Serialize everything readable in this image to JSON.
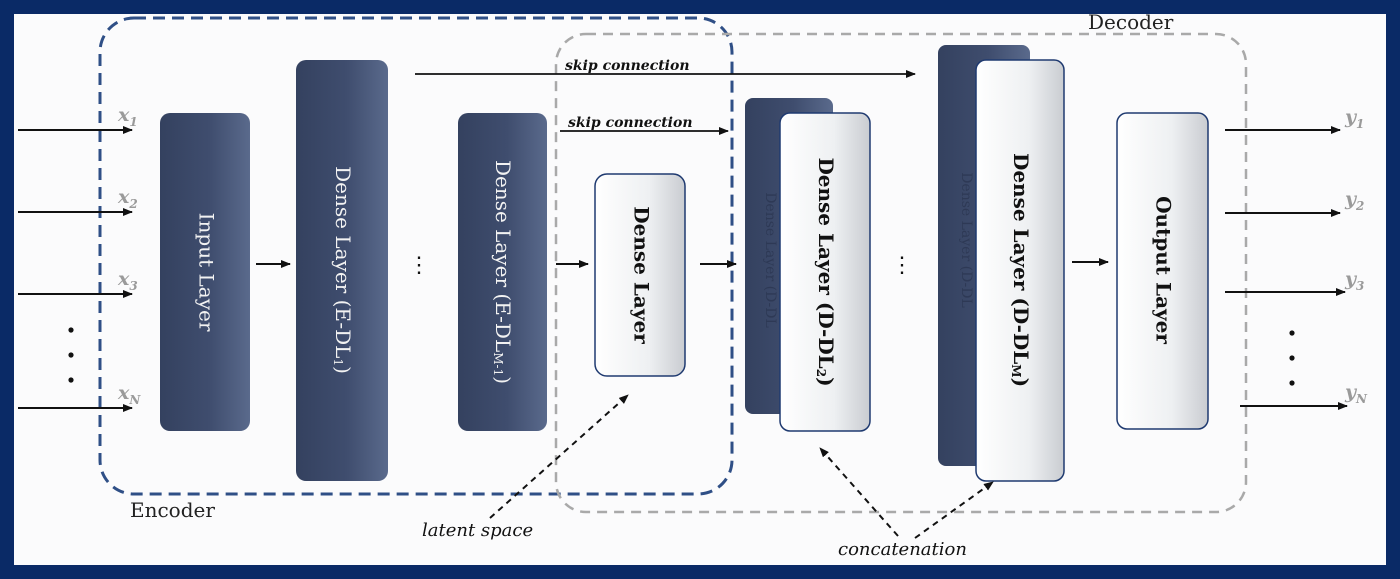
{
  "diagram": {
    "encoder_label": "Encoder",
    "decoder_label": "Decoder",
    "inputs": [
      {
        "base": "x",
        "sub": "1"
      },
      {
        "base": "x",
        "sub": "2"
      },
      {
        "base": "x",
        "sub": "3"
      },
      {
        "base": "x",
        "sub": "N"
      }
    ],
    "outputs": [
      {
        "base": "y",
        "sub": "1"
      },
      {
        "base": "y",
        "sub": "2"
      },
      {
        "base": "y",
        "sub": "3"
      },
      {
        "base": "y",
        "sub": "N"
      }
    ],
    "layers": {
      "input": "Input Layer",
      "enc_dense_1": {
        "text": "Dense Layer (E-DL",
        "sub": "1",
        "close": ")"
      },
      "enc_dense_m1": {
        "text": "Dense Layer (E-DL",
        "sub": "M-1",
        "close": ")"
      },
      "latent": "Dense Layer",
      "dec_dense_2": {
        "text": "Dense Layer (D-DL",
        "sub": "2",
        "close": ")"
      },
      "dec_dense_m": {
        "text": "Dense Layer (D-DL",
        "sub": "M",
        "close": ")"
      },
      "output": "Output Layer"
    },
    "skip_connection_label": "skip connection",
    "latent_space_label": "latent space",
    "concatenation_label": "concatenation",
    "ellipsis": "⋮",
    "colors": {
      "frame": "#0a2a66",
      "dark_layer": "#3f4d6e",
      "light_layer": "#f1f2f4",
      "encoder_border": "#2f4f86",
      "decoder_border": "#a9a9a9"
    }
  }
}
